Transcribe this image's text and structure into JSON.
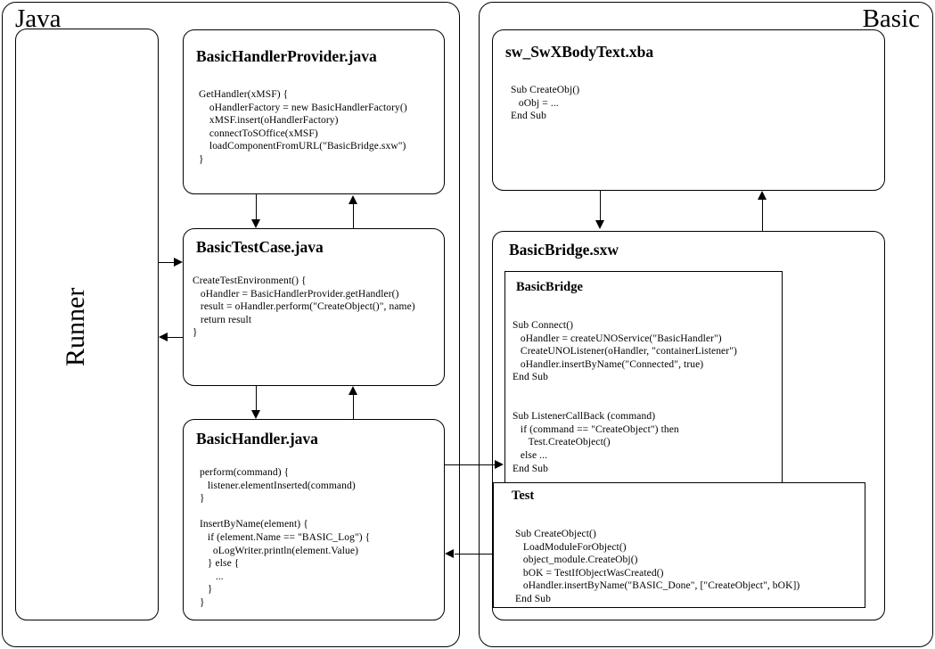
{
  "diagram": {
    "title": "Java / Basic BasicBridge architecture diagram",
    "stroke_color": "#000000",
    "background_color": "#ffffff"
  },
  "panels": {
    "java": {
      "label": "Java"
    },
    "basic": {
      "label": "Basic"
    }
  },
  "java": {
    "runner": {
      "label": "Runner"
    },
    "handler_provider": {
      "title": "BasicHandlerProvider.java",
      "code": "GetHandler(xMSF) {\n    oHandlerFactory = new BasicHandlerFactory()\n    xMSF.insert(oHandlerFactory)\n    connectToSOffice(xMSF)\n    loadComponentFromURL(\"BasicBridge.sxw\")\n}"
    },
    "test_case": {
      "title": "BasicTestCase.java",
      "code": "CreateTestEnvironment() {\n   oHandler = BasicHandlerProvider.getHandler()\n   result = oHandler.perform(\"CreateObject()\", name)\n   return result\n}"
    },
    "handler": {
      "title": "BasicHandler.java",
      "code": "perform(command) {\n   listener.elementInserted(command)\n}\n\nInsertByName(element) {\n   if (element.Name == \"BASIC_Log\") {\n     oLogWriter.println(element.Value)\n   } else {\n      ...\n   }\n}"
    }
  },
  "basic": {
    "body_text": {
      "title": "sw_SwXBodyText.xba",
      "code": "Sub CreateObj()\n   oObj = ...\nEnd Sub"
    },
    "bridge_doc": {
      "title": "BasicBridge.sxw",
      "modules": [
        {
          "name": "BasicBridge",
          "code": "Sub Connect()\n   oHandler = createUNOService(\"BasicHandler\")\n   CreateUNOListener(oHandler, \"containerListener\")\n   oHandler.insertByName(\"Connected\", true)\nEnd Sub\n\n\nSub ListenerCallBack (command)\n   if (command == \"CreateObject\") then\n      Test.CreateObject()\n   else ...\nEnd Sub"
        },
        {
          "name": "Test",
          "code": "Sub CreateObject()\n   LoadModuleForObject()\n   object_module.CreateObj()\n   bOK = TestIfObjectWasCreated()\n   oHandler.insertByName(\"BASIC_Done\", [\"CreateObject\", bOK])\nEnd Sub"
        }
      ]
    }
  },
  "connectors": [
    {
      "name": "runner-to-testcase",
      "direction": "right"
    },
    {
      "name": "testcase-to-runner",
      "direction": "left"
    },
    {
      "name": "provider-to-testcase",
      "direction": "down"
    },
    {
      "name": "testcase-to-provider",
      "direction": "up"
    },
    {
      "name": "testcase-to-handler",
      "direction": "down"
    },
    {
      "name": "handler-to-testcase",
      "direction": "up"
    },
    {
      "name": "provider-to-bodytext",
      "direction": "down"
    },
    {
      "name": "bodytext-to-provider",
      "direction": "up"
    },
    {
      "name": "handler-to-basicbridge",
      "direction": "right"
    },
    {
      "name": "test-module-to-handler",
      "direction": "left"
    }
  ]
}
